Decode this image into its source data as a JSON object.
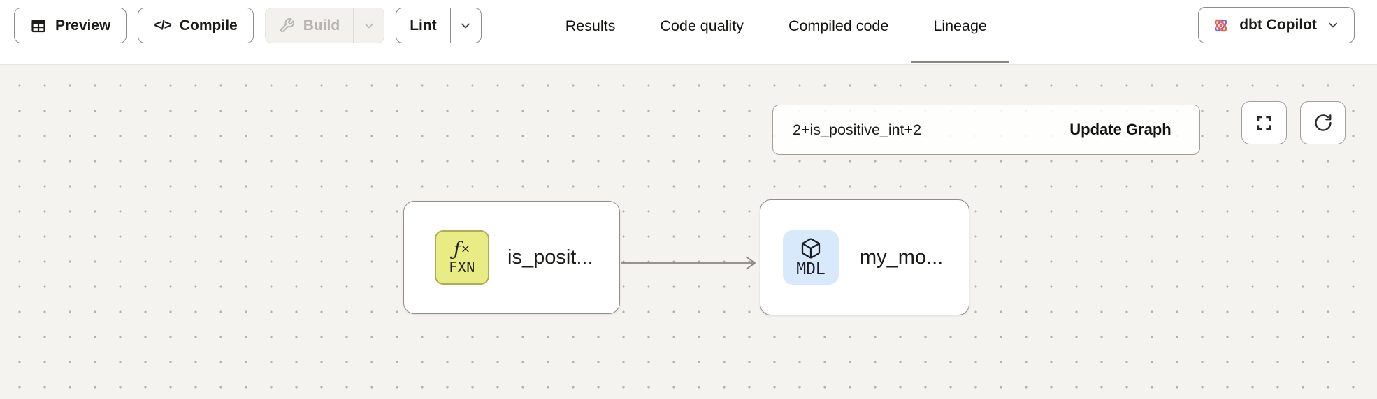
{
  "toolbar": {
    "preview": "Preview",
    "compile": "Compile",
    "compile_icon": "</>",
    "build": "Build",
    "lint": "Lint"
  },
  "tabs": {
    "items": [
      {
        "label": "Results"
      },
      {
        "label": "Code quality"
      },
      {
        "label": "Compiled code"
      },
      {
        "label": "Lineage"
      }
    ],
    "active_tab": "Lineage"
  },
  "copilot_button": {
    "label": "dbt Copilot"
  },
  "lineage_panel": {
    "selector_input": {
      "value": "2+is_positive_int+2"
    },
    "update_graph_button": "Update Graph"
  },
  "graph": {
    "nodes": [
      {
        "label": "is_posit...",
        "type": "function",
        "badge": "FXN",
        "badge_symbol": "ƒ×"
      },
      {
        "label": "my_mo...",
        "type": "model",
        "badge": "MDL"
      }
    ],
    "edge": {
      "from": "is_posit...",
      "to": "my_mo..."
    }
  },
  "icons": {
    "preview": "table-icon",
    "compile": "code-icon",
    "build": "wrench-icon",
    "dropdown": "chevron-down-icon",
    "copilot": "dbt-copilot-icon",
    "fullscreen": "fullscreen-icon",
    "refresh": "refresh-icon",
    "function_node": "fx-icon",
    "model_node": "cube-icon"
  },
  "colors": {
    "canvas_bg": "#f4f3f0",
    "canvas_dot": "#b4b1ab",
    "node_border": "#918e88",
    "edge": "#8a8781",
    "active_tab_underline": "#8b8781",
    "function_badge_bg": "#e9ec85",
    "function_badge_border": "#abad57",
    "model_badge_bg": "#d7e9fb",
    "copilot_orange": "#ff5c35",
    "copilot_purple": "#7b5cf0"
  }
}
